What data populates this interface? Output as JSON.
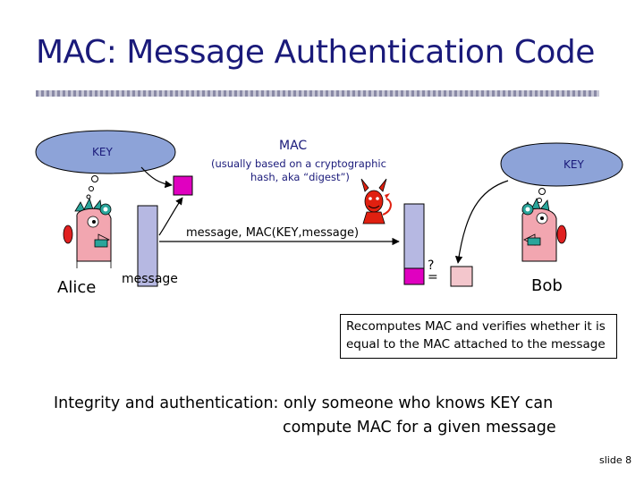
{
  "title": "MAC: Message Authentication Code",
  "labels": {
    "key_left": "KEY",
    "key_right": "KEY",
    "mac": "MAC",
    "mac_note_line1": "(usually  based on a cryptographic",
    "mac_note_line2": "hash, aka “digest”)",
    "transmission": "message, MAC(KEY,message)",
    "alice": "Alice",
    "bob": "Bob",
    "message": "message",
    "compare_q": "?",
    "compare_eq": "="
  },
  "verify_text": [
    "Recomputes MAC and verifies whether it is",
    "equal to the MAC attached to the message"
  ],
  "integrity_text": [
    "Integrity and authentication: only someone who knows KEY can",
    "compute MAC for a given message"
  ],
  "slide_number": "slide 8",
  "colors": {
    "title": "#1a1a7a",
    "cloud": "#8da3d8",
    "mac_box": "#e000c0",
    "pink_box": "#f3c6cc",
    "message_bar": "#b6b8e2",
    "devil": "#e02010"
  }
}
